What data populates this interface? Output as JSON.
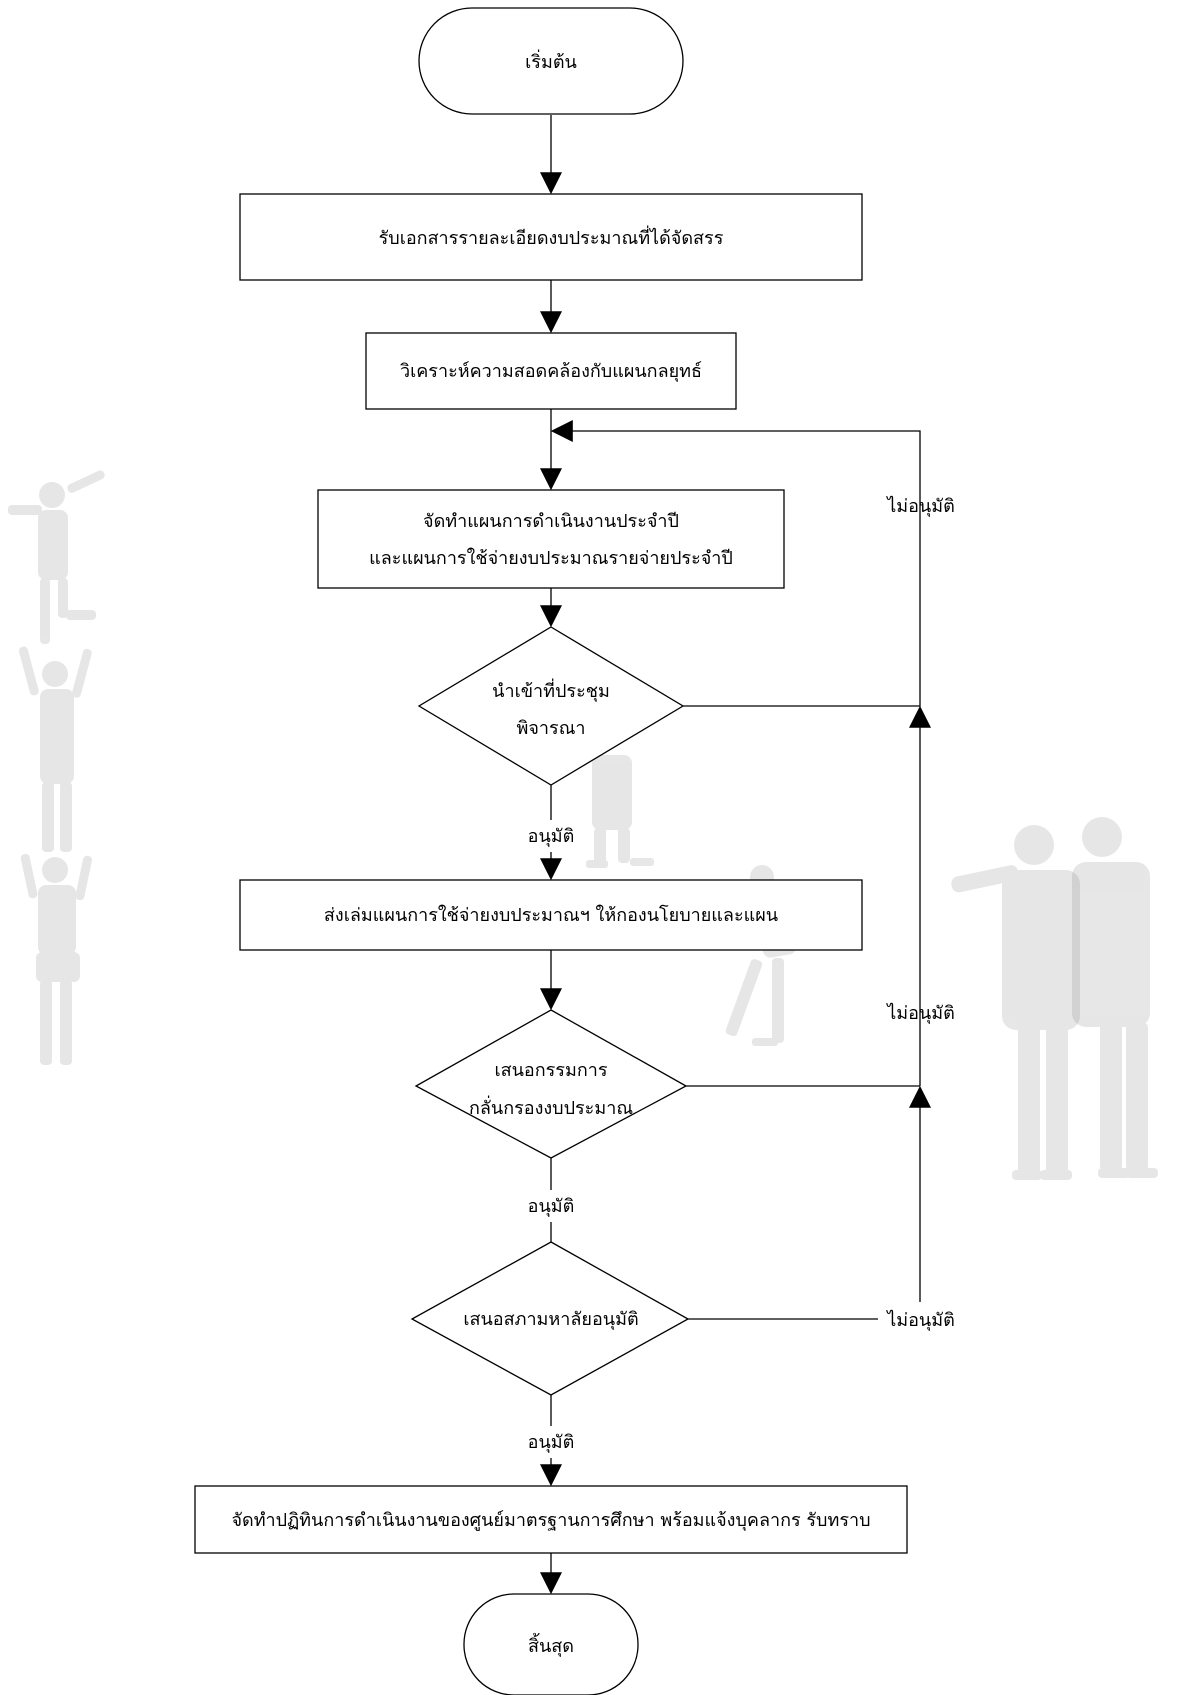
{
  "flowchart": {
    "start": {
      "label": "เริ่มต้น"
    },
    "step1": {
      "label": "รับเอกสารรายละเอียดงบประมาณที่ได้จัดสรร"
    },
    "step2": {
      "label": "วิเคราะห์ความสอดคล้องกับแผนกลยุทธ์"
    },
    "step3": {
      "line1": "จัดทำแผนการดำเนินงานประจำปี",
      "line2": "และแผนการใช้จ่ายงบประมาณรายจ่ายประจำปี"
    },
    "decision1": {
      "line1": "นำเข้าที่ประชุม",
      "line2": "พิจารณา"
    },
    "step4": {
      "label": "ส่งเล่มแผนการใช้จ่ายงบประมาณฯ ให้กองนโยบายและแผน"
    },
    "decision2": {
      "line1": "เสนอกรรมการ",
      "line2": "กลั่นกรองงบประมาณ"
    },
    "decision3": {
      "label": "เสนอสภามหาลัยอนุมัติ"
    },
    "step5": {
      "label": "จัดทำปฏิทินการดำเนินงานของศูนย์มาตรฐานการศึกษา พร้อมแจ้งบุคลากร รับทราบ"
    },
    "end": {
      "label": "สิ้นสุด"
    }
  },
  "labels": {
    "approved": "อนุมัติ",
    "not_approved": "ไม่อนุมัติ"
  }
}
